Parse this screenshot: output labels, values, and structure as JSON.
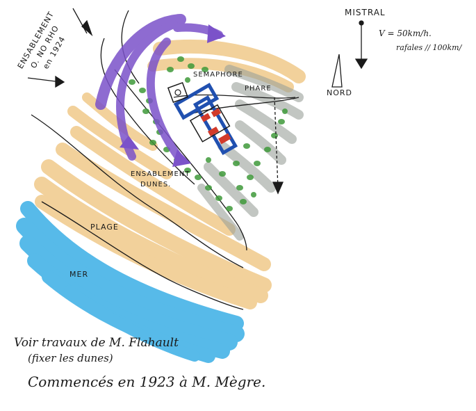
{
  "labels": {
    "ensablement_top": [
      "ENSABLEMENT",
      "O. NO RHO",
      "en 1924"
    ],
    "mistral": "MISTRAL",
    "velocity": "V = 50km/h.",
    "gusts": "rafales // 100km/",
    "nord": "NORD",
    "semaphore": "SEMAPHORE",
    "phare": "PHARE",
    "ensablement_dunes": [
      "ENSABLEMENT",
      "DUNES."
    ],
    "plage": "PLAGE",
    "mer": "MER",
    "note_line1": "Voir travaux de M. Flahault",
    "note_line2": "(fixer les dunes)",
    "note_line3": "Commencés en 1923 à M. Mègre."
  },
  "colors": {
    "sea": "#3aaee6",
    "beach": "#f0c98a",
    "wind_arrow": "#7b52c9",
    "vegetation": "#3f9a3a",
    "dune_grey": "#9aa19a",
    "building_blue": "#2050b0",
    "building_red": "#d23a2a"
  }
}
